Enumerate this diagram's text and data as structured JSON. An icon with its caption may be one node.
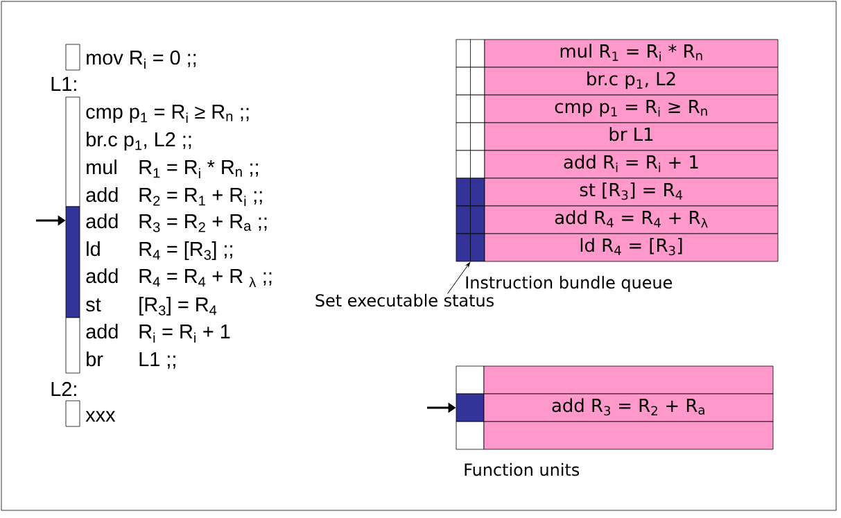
{
  "diagram": {
    "nodes": [
      {
        "text": [],
        "shape": "box"
      },
      {
        "text": [],
        "shape": "box"
      },
      {
        "text": [],
        "shape": "box"
      },
      {
        "text": [],
        "shape": "box"
      },
      {
        "text": [],
        "shape": "box"
      },
      {
        "text": [],
        "shape": "box"
      },
      {
        "text": [],
        "shape": "box"
      },
      {
        "text": [],
        "shape": "box"
      },
      {
        "text": [],
        "shape": "box"
      },
      {
        "text": [],
        "shape": "box"
      },
      {
        "text": [],
        "shape": "box"
      },
      {
        "text": [],
        "shape": "box"
      },
      {
        "text": [],
        "shape": "box"
      },
      {
        "text": [
          "mul R$_{1}$ = R$_{i}$ * R$_{n}$"
        ]
      },
      {
        "text": [
          "br.c p$_{1}$, L2"
        ]
      },
      {
        "text": [
          "cmp p$_{1}$ = R$_{i}$ ≥ R$_{n}$"
        ]
      },
      {
        "text": [
          "br L1"
        ]
      },
      {
        "text": [
          "add R$_{i}$ = R$_{i}$ + 1"
        ]
      },
      {
        "text": [
          "st [R$_{3}$] = R$_{4}$"
        ]
      },
      {
        "text": [
          "add R$_{4}$ = R$_{4}$ + R$_{λ}$"
        ]
      },
      {
        "text": [
          "ld R$_{4}$ = [R$_{3}$]"
        ]
      },
      {
        "text": [],
        "shape": "box"
      },
      {
        "text": [],
        "shape": "box"
      },
      {
        "text": [],
        "shape": "box"
      },
      {
        "text": [],
        "shape": "box"
      },
      {
        "text": [
          "add R$_{3}$ = R$_{2}$ + R$_{a}$"
        ]
      },
      {
        "text": [],
        "shape": "box"
      },
      {
        "text": [
          "Set executable status"
        ]
      }
    ],
    "edges": [
      {
        "from": null,
        "to": 2,
        "arrow": "to"
      },
      {
        "from": null,
        "to": 22,
        "arrow": "to"
      },
      {
        "from": 27,
        "to": 12,
        "arrow": "to"
      }
    ],
    "labels": [
      "mov R$_{i}$ = 0 ;;",
      "L1:",
      "cmp p$_{1}$ = R$_{i}$ ≥ R$_{n}$ ;;",
      "br.c p$_{1}$, L2 ;;",
      "mul",
      "R$_{1}$ = R$_{i}$ * R$_{n}$ ;;",
      "add",
      "R$_{2}$ = R$_{1}$ + R$_{i}$ ;;",
      "add",
      "R$_{3}$ = R$_{2}$ + R$_{a}$ ;;",
      "ld",
      "R$_{4}$ = [R$_{3}$] ;;",
      "add",
      "R$_{4}$ = R$_{4}$ + R $_{λ}$ ;;",
      "st",
      "[R$_{3}$] = R$_{4}$",
      "add",
      "R$_{i}$ = R$_{i}$ + 1",
      "br",
      "L1 ;;",
      "L2:",
      "xxx",
      "Instruction bundle queue",
      "Function units"
    ]
  }
}
